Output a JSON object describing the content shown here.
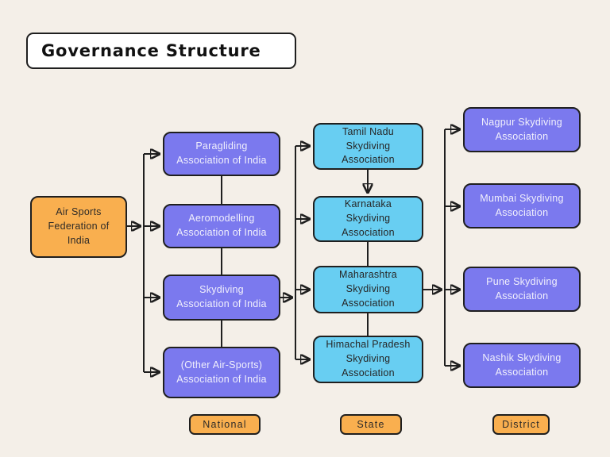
{
  "title": "Governance Structure",
  "colors": {
    "background": "#f4efe8",
    "orange": "#f9af4f",
    "purple": "#7b79ee",
    "blue": "#68cef2",
    "line": "#1f1f1f",
    "text_dark": "#2e2b28",
    "text_light": "#f1f0fc",
    "white": "#ffffff"
  },
  "root": {
    "label": "Air Sports\nFederation of\nIndia"
  },
  "national": [
    {
      "label": "Paragliding\nAssociation of India"
    },
    {
      "label": "Aeromodelling\nAssociation of India"
    },
    {
      "label": "Skydiving\nAssociation of India"
    },
    {
      "label": "(Other Air-Sports)\nAssociation of India"
    }
  ],
  "state": [
    {
      "label": "Tamil Nadu\nSkydiving\nAssociation"
    },
    {
      "label": "Karnataka\nSkydiving\nAssociation"
    },
    {
      "label": "Maharashtra\nSkydiving\nAssociation"
    },
    {
      "label": "Himachal Pradesh\nSkydiving\nAssociation"
    }
  ],
  "district": [
    {
      "label": "Nagpur Skydiving\nAssociation"
    },
    {
      "label": "Mumbai Skydiving\nAssociation"
    },
    {
      "label": "Pune Skydiving\nAssociation"
    },
    {
      "label": "Nashik Skydiving\nAssociation"
    }
  ],
  "legend": [
    {
      "label": "National"
    },
    {
      "label": "State"
    },
    {
      "label": "District"
    }
  ]
}
